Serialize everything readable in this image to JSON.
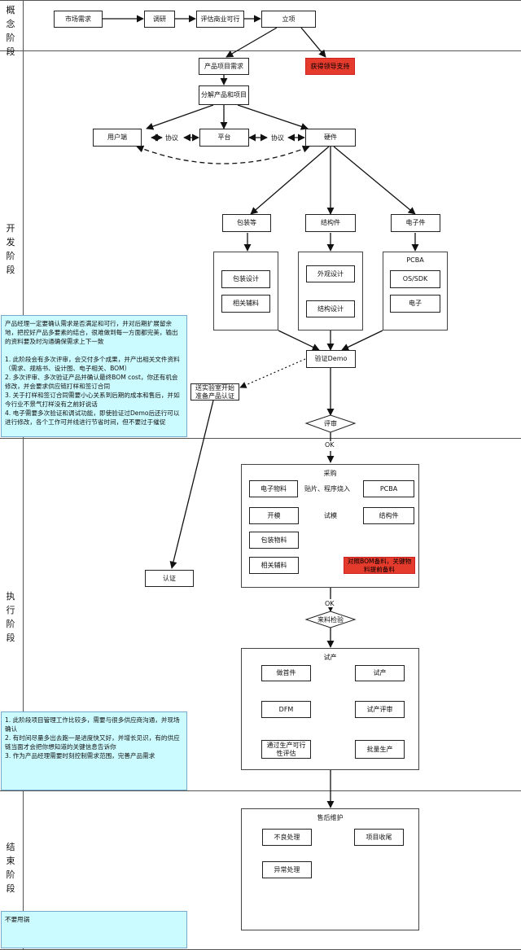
{
  "stages": [
    {
      "id": "concept",
      "label": "概念阶段"
    },
    {
      "id": "develop",
      "label": "开发阶段"
    },
    {
      "id": "execute",
      "label": "执行阶段"
    },
    {
      "id": "close",
      "label": "结束阶段"
    }
  ],
  "nodes": {
    "market_demand": "市场需求",
    "research": "调研",
    "feasibility": "评估商业可行",
    "project_setup": "立项",
    "leader_support": "获得领导支持",
    "product_req": "产品项目需求",
    "decompose": "分解产品和项目",
    "user_end": "用户端",
    "platform": "平台",
    "hardware": "硬件",
    "packaging": "包装等",
    "structure": "结构件",
    "electronics": "电子件",
    "pack_design": "包装设计",
    "related_aux": "相关辅料",
    "appearance_design": "外观设计",
    "structure_design": "结构设计",
    "pcba_title": "PCBA",
    "os_sdk": "OS/SDK",
    "electronic": "电子",
    "verify_demo": "验证Demo",
    "lab_cert": "送实验室开始准备产品认证",
    "review": "评审",
    "certification": "认证",
    "procurement_title": "采购",
    "elec_material": "电子物料",
    "pcba": "PCBA",
    "mold": "开模",
    "structure_part": "结构件",
    "pack_material": "包装物料",
    "related_aux_2": "相关辅料",
    "bom_note": "对照BOM备料，关键物料提前备料",
    "incoming_check": "来料检验",
    "trial_title": "试产",
    "first_piece": "做首件",
    "trial": "试产",
    "dfm": "DFM",
    "trial_review": "试产评审",
    "feasibility_eval": "通过生产可行性评估",
    "mass_production": "批量生产",
    "after_sales_title": "售后维护",
    "defect_handling": "不良处理",
    "project_closing": "项目收尾",
    "exception_handling": "异常处理"
  },
  "edge_labels": {
    "protocol_1": "协议",
    "protocol_2": "协议",
    "smt": "贴片、程序烧入",
    "trial_mold": "试模",
    "ok_1": "OK",
    "ok_2": "OK"
  },
  "notes": {
    "develop_note": "产品经理一定要确认需求是否满足和可行，并对后期扩展留余地，把控好产品多要素的结合，很难做到每一方面都完美，输出的资料要及时沟通确保需求上下一致\n\n1. 此阶段会有多次评审，会交付多个成果，并产出相关文件资料（需求、规格书、设计图、电子相关、BOM）\n2. 多次评审、多次验证产品并确认最终BOM cost，你还有机会修改，并会要求供应链打样和签订合同\n3. 关于打样和签订合同需要小心关系到后期的成本和售后，并如今行业不景气打样没有之前好说话\n4. 电子需要多次验证和调试功能，即使验证过Demo后还行可以进行修改，各个工作可并线进行节省时间，但不要过于催促",
    "execute_note": "1. 此阶段项目管理工作比较多，需要与很多供应商沟通，并现场确认\n2. 有时间尽量多出去跑一是进度快又好，并增长见识，有的供应链当面才会把你想知道的关键信息告诉你\n3. 作为产品经理需要时刻控制需求范围，完善产品需求",
    "close_note": "不要甩锅"
  },
  "colors": {
    "highlight_red": "#e53b2c",
    "note_bg": "#ccfbff"
  }
}
